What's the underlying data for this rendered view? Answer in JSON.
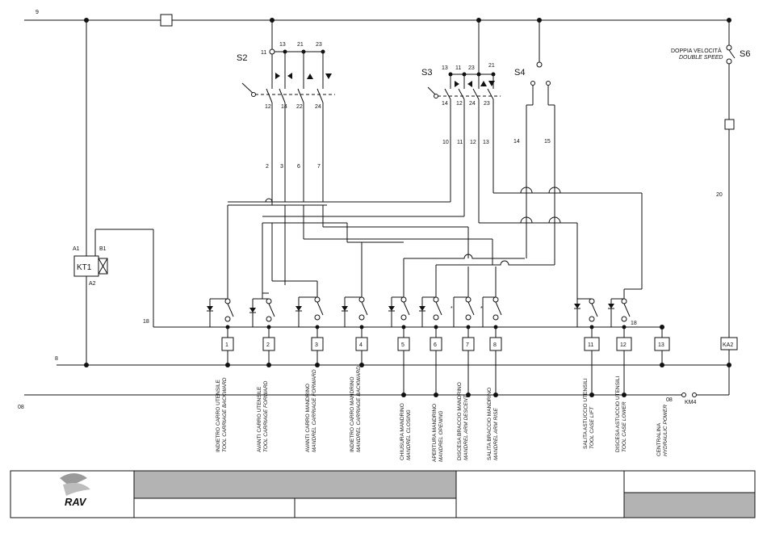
{
  "diagram": {
    "bus_labels": {
      "top": "9",
      "mid": "8",
      "bottom": "08"
    },
    "relay": {
      "name": "KT1",
      "a1": "A1",
      "a2": "A2",
      "b1": "B1"
    },
    "switch_labels": {
      "s2": "S2",
      "s3": "S3",
      "s4": "S4",
      "s6": "S6"
    },
    "s2_terms_top": [
      "11",
      "13",
      "21",
      "23"
    ],
    "s2_terms_bottom": [
      "12",
      "14",
      "22",
      "24"
    ],
    "s3_terms_top": [
      "13",
      "11",
      "23",
      "21"
    ],
    "s3_terms_bottom": [
      "14",
      "12",
      "24",
      "23"
    ],
    "wire_numbers": {
      "w2": "2",
      "w3": "3",
      "w6": "6",
      "w7": "7",
      "w10": "10",
      "w11": "11",
      "w12": "12",
      "w13": "13",
      "w14": "14",
      "w15": "15",
      "w18a": "18",
      "w18b": "18",
      "w20": "20"
    },
    "s6_note": {
      "it": "DOPPIA VELOCITÀ",
      "en": "DOUBLE SPEED"
    },
    "outputs": [
      "1",
      "2",
      "3",
      "4",
      "5",
      "6",
      "7",
      "8",
      "11",
      "12",
      "13"
    ],
    "ka2": "KA2",
    "km4": "KM4",
    "functions": [
      {
        "it": "INDIETRO CARRO UTENSILE",
        "en": "TOOL CARRIAGE BACKWARD"
      },
      {
        "it": "AVANTI CARRO UTENSILE",
        "en": "TOOL CARRIAGE FORWARD"
      },
      {
        "it": "AVANTI CARRO MANDRINO",
        "en": "MANDREL CARRIAGE FORWARD"
      },
      {
        "it": "INDIETRO CARRO MANDRINO",
        "en": "MANDREL CARRIAGE BACKWARD"
      },
      {
        "it": "CHIUSURA MANDRINO",
        "en": "MANDREL CLOSING"
      },
      {
        "it": "APERTURA MANDRINO",
        "en": "MANDREL OPENING"
      },
      {
        "it": "DISCESA BRACCIO MANDRINO",
        "en": "MANDREL ARM DESCENT"
      },
      {
        "it": "SALITA BRACCIO MANDRINO",
        "en": "MANDREL ARM RISE"
      },
      {
        "it": "SALITA ASTUCCIO UTENSILI",
        "en": "TOOL CASE LIFT"
      },
      {
        "it": "DISCESA ASTUCCIO UTENSILI",
        "en": "TOOL CASE LOWER"
      },
      {
        "it": "CENTRALINA",
        "en": "HYDRAULIC POWER"
      }
    ],
    "logo_text": "RAV"
  }
}
